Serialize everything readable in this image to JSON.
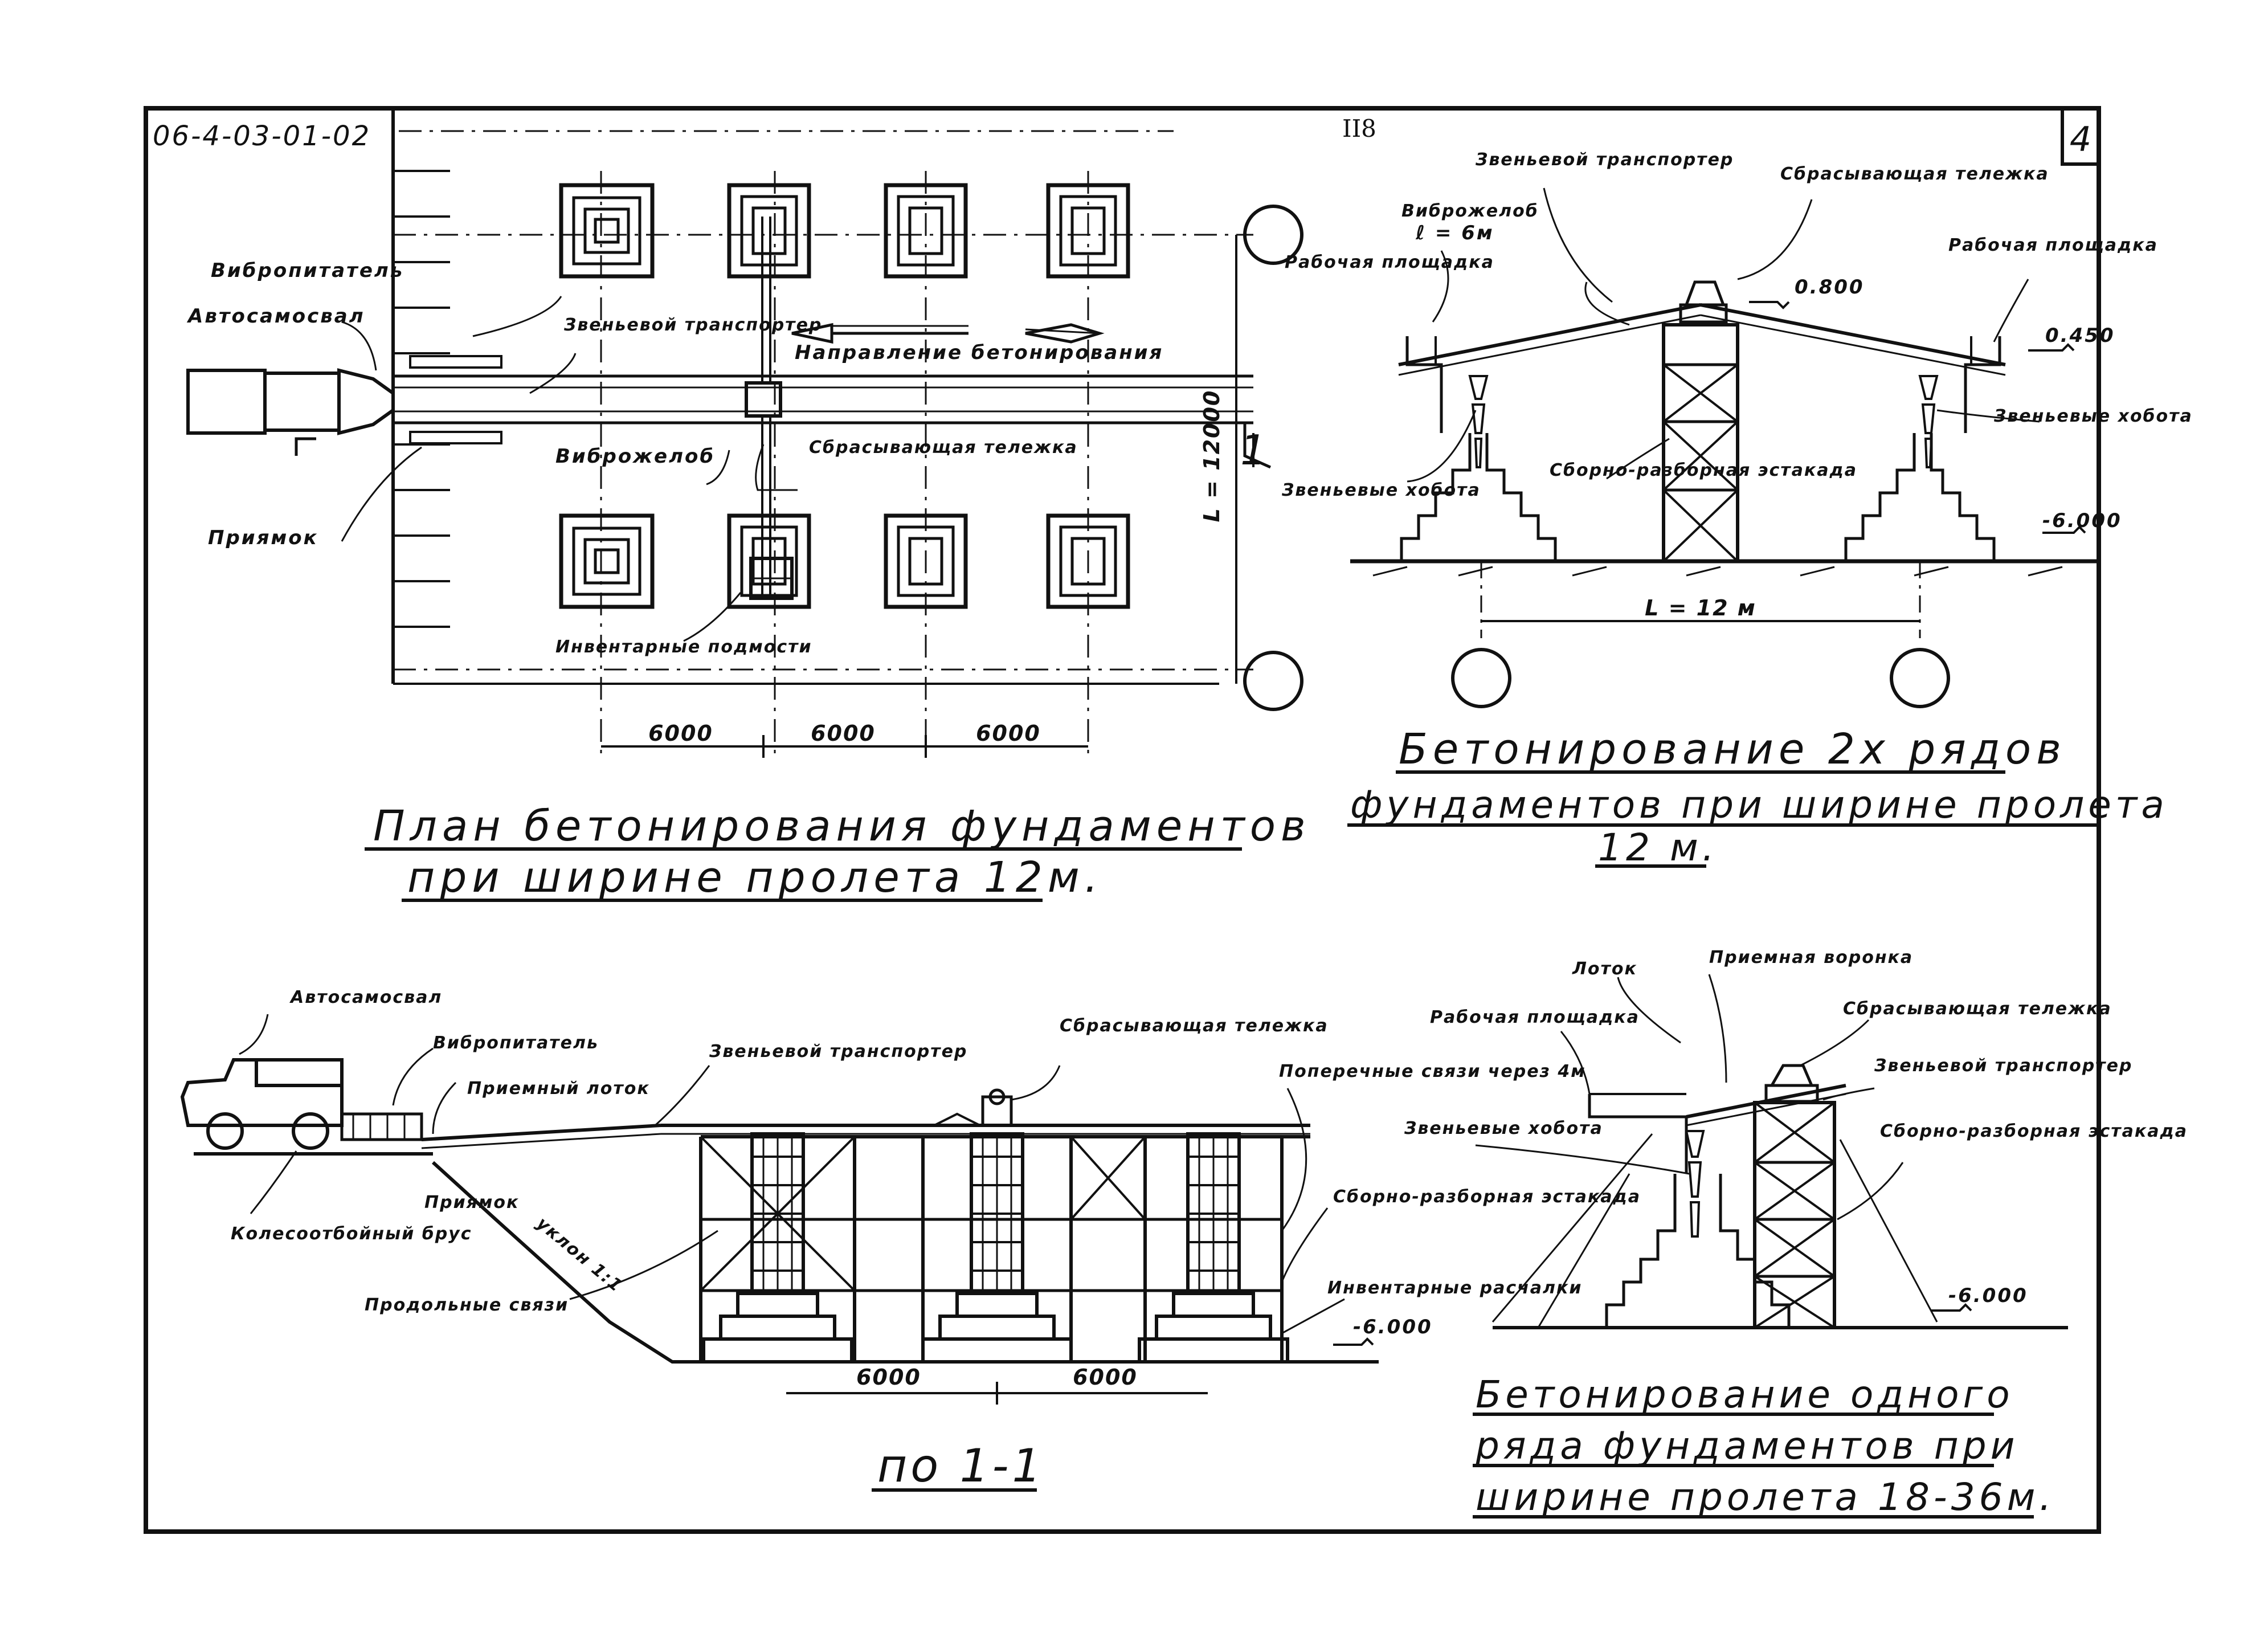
{
  "sheet": {
    "code": "06-4-03-01-02",
    "page_number": "II8",
    "sheet_index": "4"
  },
  "plan": {
    "title_line1": "План бетонирования фундаментов",
    "title_line2": "при ширине пролета 12м.",
    "labels": {
      "vibrofeeder": "Вибропитатель",
      "mixer_truck": "Автосамосвал",
      "link_conveyor": "Звеньевой транспортер",
      "direction": "Направление бетонирования",
      "vibro_chute": "Виброжелоб",
      "dump_trolley": "Сбрасывающая тележка",
      "pit": "Приямок",
      "scaffold": "Инвентарные подмости"
    },
    "section_mark": "1",
    "span_dim": "L = 12000",
    "dims": [
      "6000",
      "6000",
      "6000"
    ]
  },
  "two_rows": {
    "title_line1": "Бетонирование 2х рядов",
    "title_line2": "фундаментов при ширине пролета",
    "title_line3": "12 м.",
    "labels": {
      "link_conveyor": "Звеньевой транспортер",
      "dump_trolley": "Сбрасывающая тележка",
      "vibro_chute": "Виброжелоб",
      "chute_length": "ℓ = 6м",
      "work_platform_left": "Рабочая площадка",
      "work_platform_right": "Рабочая площадка",
      "trunks_left": "Звеньевые хобота",
      "trunks_right": "Звеньевые хобота",
      "trestle": "Сборно-разборная эстакада"
    },
    "levels": [
      "0.800",
      "0.450",
      "-6.000"
    ],
    "span": "L = 12 м"
  },
  "section": {
    "caption": "по 1-1",
    "labels": {
      "mixer_truck": "Автосамосвал",
      "vibrofeeder": "Вибропитатель",
      "receiving_tray": "Приемный лоток",
      "link_conveyor": "Звеньевой транспортер",
      "dump_trolley": "Сбрасывающая тележка",
      "cross_ties": "Поперечные связи через 4м",
      "trestle": "Сборно-разборная эстакада",
      "guy_wires": "Инвентарные расчалки",
      "wheel_stop": "Колесоотбойный брус",
      "pit": "Приямок",
      "slope": "уклон 1:1",
      "long_ties": "Продольные связи"
    },
    "level": "-6.000",
    "dims": [
      "6000",
      "6000"
    ]
  },
  "one_row": {
    "title_line1": "Бетонирование одного",
    "title_line2": "ряда фундаментов при",
    "title_line3": "ширине пролета 18-36м.",
    "labels": {
      "tray": "Лоток",
      "hopper": "Приемная воронка",
      "dump_trolley": "Сбрасывающая тележка",
      "work_platform": "Рабочая площадка",
      "link_conveyor": "Звеньевой транспортер",
      "trunks": "Звеньевые хобота",
      "trestle": "Сборно-разборная эстакада"
    },
    "level": "-6.000"
  }
}
